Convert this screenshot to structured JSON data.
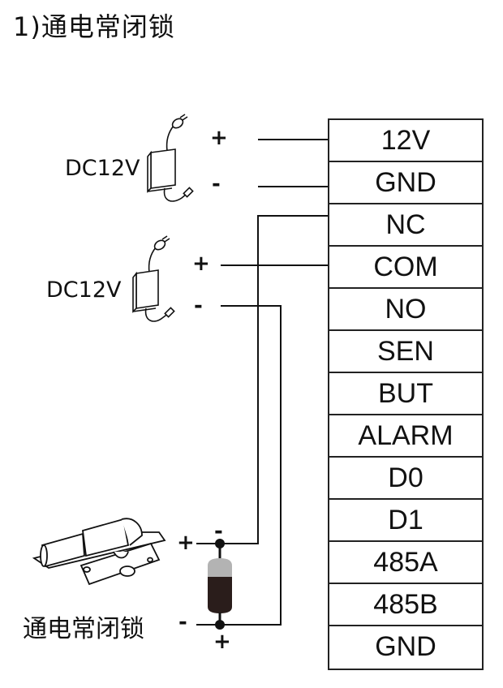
{
  "title": "1)通电常闭锁",
  "power_supplies": [
    {
      "label": "DC12V",
      "plus": "+",
      "minus": "-"
    },
    {
      "label": "DC12V",
      "plus": "+",
      "minus": "-"
    }
  ],
  "terminal_block": {
    "pins": [
      "12V",
      "GND",
      "NC",
      "COM",
      "NO",
      "SEN",
      "BUT",
      "ALARM",
      "D0",
      "D1",
      "485A",
      "485B",
      "GND"
    ]
  },
  "lock": {
    "label": "通电常闭锁",
    "plus": "+",
    "minus": "-",
    "diode_top_sign": "-",
    "diode_bottom_sign": "+"
  },
  "colors": {
    "line": "#111111",
    "diode_cap": "#b3b3b3",
    "diode_body": "#2a1d1b"
  }
}
